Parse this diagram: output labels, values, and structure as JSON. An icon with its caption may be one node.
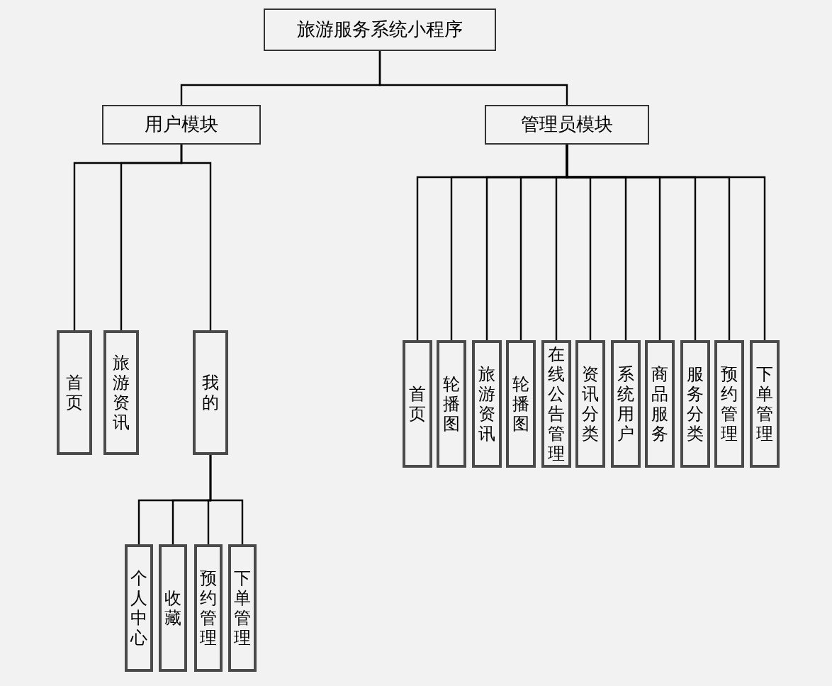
{
  "diagram": {
    "nodes": [
      {
        "text": [
          "旅游服务系统小程序"
        ]
      },
      {
        "text": [
          "用户模块"
        ]
      },
      {
        "text": [
          "管理员模块"
        ]
      },
      {
        "text": [
          "首页"
        ]
      },
      {
        "text": [
          "旅游资讯"
        ]
      },
      {
        "text": [
          "我的"
        ]
      },
      {
        "text": [
          "个人中心"
        ]
      },
      {
        "text": [
          "收藏"
        ]
      },
      {
        "text": [
          "预约管理"
        ]
      },
      {
        "text": [
          "下单管理"
        ]
      },
      {
        "text": [
          "首页"
        ]
      },
      {
        "text": [
          "轮播图"
        ]
      },
      {
        "text": [
          "旅游资讯"
        ]
      },
      {
        "text": [
          "轮播图"
        ]
      },
      {
        "text": [
          "在线公告管理"
        ]
      },
      {
        "text": [
          "资讯分类"
        ]
      },
      {
        "text": [
          "系统用户"
        ]
      },
      {
        "text": [
          "商品服务"
        ]
      },
      {
        "text": [
          "服务分类"
        ]
      },
      {
        "text": [
          "预约管理"
        ]
      },
      {
        "text": [
          "下单管理"
        ]
      }
    ],
    "edges": [
      {
        "from": 0,
        "to": 1,
        "arrow": "none"
      },
      {
        "from": 0,
        "to": 2,
        "arrow": "none"
      },
      {
        "from": 1,
        "to": 3,
        "arrow": "none"
      },
      {
        "from": 1,
        "to": 4,
        "arrow": "none"
      },
      {
        "from": 1,
        "to": 5,
        "arrow": "none"
      },
      {
        "from": 5,
        "to": 6,
        "arrow": "none"
      },
      {
        "from": 5,
        "to": 7,
        "arrow": "none"
      },
      {
        "from": 5,
        "to": 8,
        "arrow": "none"
      },
      {
        "from": 5,
        "to": 9,
        "arrow": "none"
      },
      {
        "from": 2,
        "to": 10,
        "arrow": "none"
      },
      {
        "from": 2,
        "to": 11,
        "arrow": "none"
      },
      {
        "from": 2,
        "to": 12,
        "arrow": "none"
      },
      {
        "from": 2,
        "to": 13,
        "arrow": "none"
      },
      {
        "from": 2,
        "to": 14,
        "arrow": "none"
      },
      {
        "from": 2,
        "to": 15,
        "arrow": "none"
      },
      {
        "from": 2,
        "to": 16,
        "arrow": "none"
      },
      {
        "from": 2,
        "to": 17,
        "arrow": "none"
      },
      {
        "from": 2,
        "to": 18,
        "arrow": "none"
      },
      {
        "from": 2,
        "to": 19,
        "arrow": "none"
      },
      {
        "from": 2,
        "to": 20,
        "arrow": "none"
      }
    ]
  }
}
